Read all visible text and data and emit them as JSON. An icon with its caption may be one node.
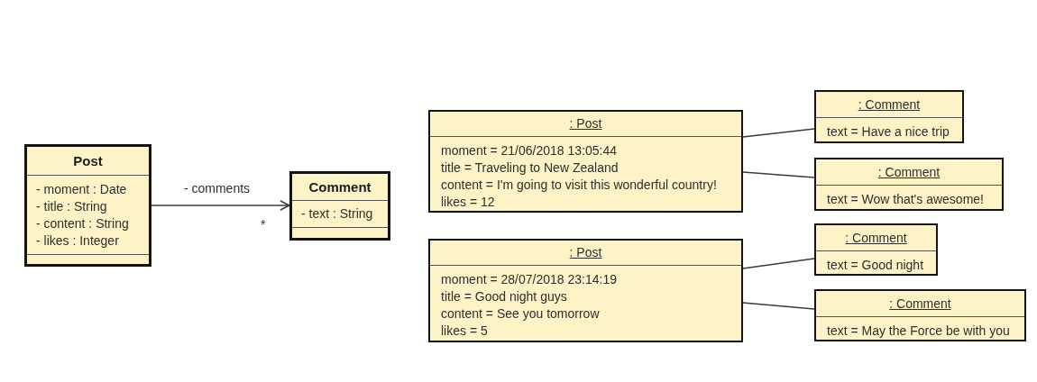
{
  "diagram": {
    "nodes": [
      {
        "text": [
          "Post",
          "- moment : Date",
          "- title : String",
          "- content : String",
          "- likes : Integer"
        ]
      },
      {
        "text": [
          "Comment",
          "- text : String"
        ]
      },
      {
        "text": [
          ": Post",
          "moment = 21/06/2018 13:05:44",
          "title = Traveling to New Zealand",
          "content = I'm going to visit this wonderful country!",
          "likes = 12"
        ]
      },
      {
        "text": [
          ": Comment",
          "text = Have a nice trip"
        ]
      },
      {
        "text": [
          ": Comment",
          "text = Wow that's awesome!"
        ]
      },
      {
        "text": [
          ": Post",
          "moment = 28/07/2018 23:14:19",
          "title = Good night guys",
          "content = See you tomorrow",
          "likes = 5"
        ]
      },
      {
        "text": [
          ": Comment",
          "text = Good night"
        ]
      },
      {
        "text": [
          ": Comment",
          "text = May the Force be with you"
        ]
      }
    ],
    "edges": [
      {
        "from": 0,
        "to": 1,
        "arrow": "to",
        "label": "- comments"
      },
      {
        "from": 2,
        "to": 3,
        "arrow": "none"
      },
      {
        "from": 2,
        "to": 4,
        "arrow": "none"
      },
      {
        "from": 5,
        "to": 6,
        "arrow": "none"
      },
      {
        "from": 5,
        "to": 7,
        "arrow": "none"
      }
    ],
    "labels": [
      "*"
    ]
  }
}
